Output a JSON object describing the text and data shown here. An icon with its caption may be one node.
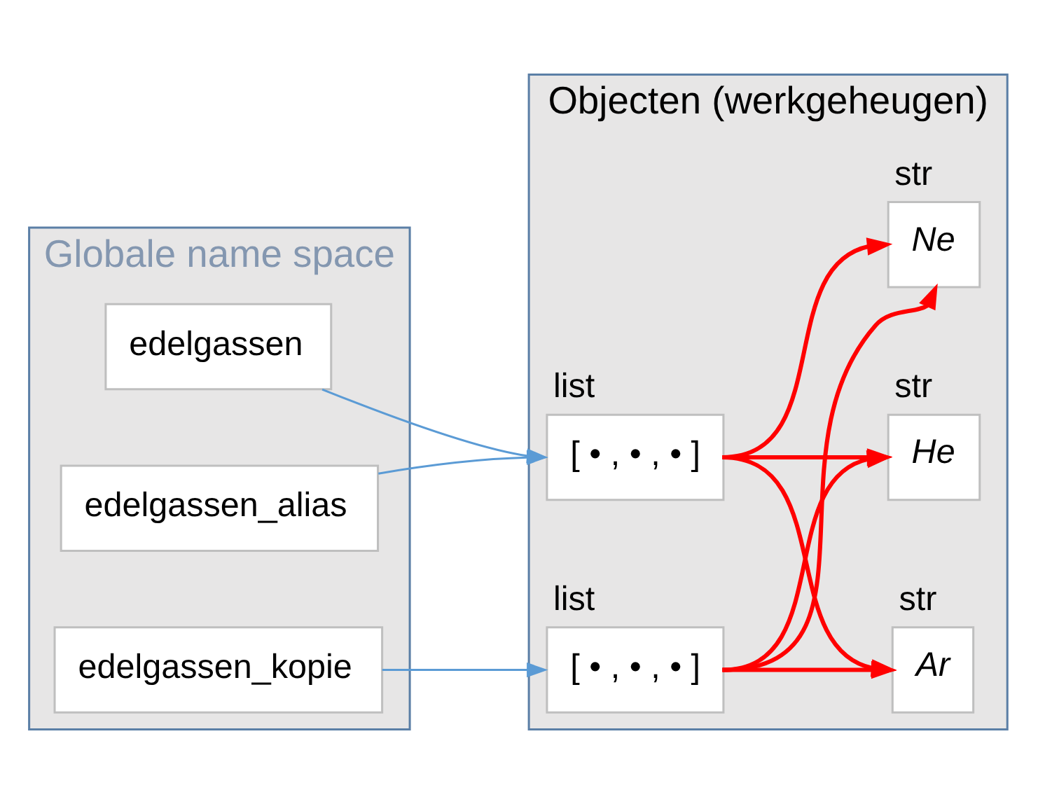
{
  "diagram": {
    "nodes": [
      {
        "text": [
          "Globale name space"
        ]
      },
      {
        "text": [
          "edelgassen"
        ],
        "in": 0
      },
      {
        "text": [
          "edelgassen_alias"
        ],
        "in": 0
      },
      {
        "text": [
          "edelgassen_kopie"
        ],
        "in": 0
      },
      {
        "text": [
          "Objecten (werkgeheugen)"
        ]
      },
      {
        "text": [
          "[ • , • , • ]"
        ],
        "beside": [
          "list"
        ],
        "in": 4
      },
      {
        "text": [
          "He"
        ],
        "beside": [
          "str"
        ],
        "in": 4
      },
      {
        "text": [
          "Ne"
        ],
        "beside": [
          "str"
        ],
        "in": 4
      },
      {
        "text": [
          "Ar"
        ],
        "beside": [
          "str"
        ],
        "in": 4
      },
      {
        "text": [
          "[ • , • , • ]"
        ],
        "beside": [
          "list"
        ],
        "in": 4
      }
    ],
    "edges": [
      {
        "from": 1,
        "to": 5,
        "arrow": "to",
        "color": "#5b9bd5"
      },
      {
        "from": 2,
        "to": 5,
        "arrow": "to",
        "color": "#5b9bd5"
      },
      {
        "from": 3,
        "to": 9,
        "arrow": "to",
        "color": "#5b9bd5"
      },
      {
        "from": 5,
        "to": 6,
        "arrow": "to"
      },
      {
        "from": 5,
        "to": 7,
        "arrow": "to"
      },
      {
        "from": 5,
        "to": 8,
        "arrow": "to"
      },
      {
        "from": 9,
        "to": 6,
        "arrow": "to"
      },
      {
        "from": 9,
        "to": 7,
        "arrow": "to"
      },
      {
        "from": 9,
        "to": 8,
        "arrow": "to"
      }
    ]
  }
}
